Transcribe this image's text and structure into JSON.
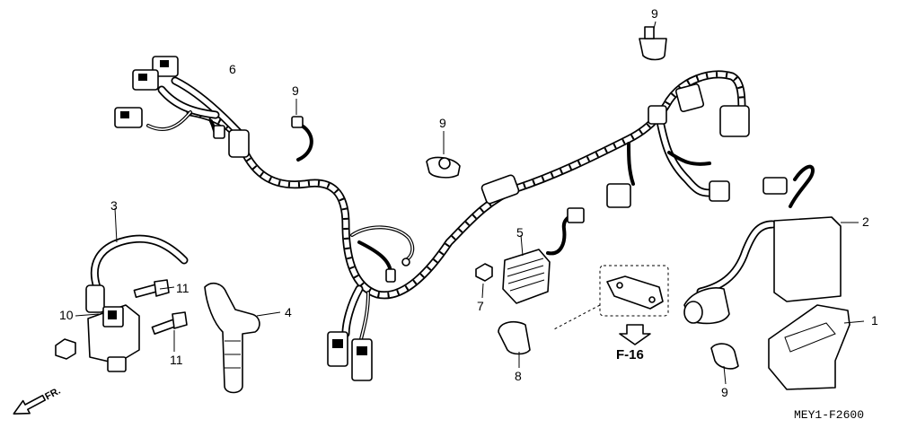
{
  "diagram": {
    "callouts": {
      "c1": "1",
      "c2": "2",
      "c3": "3",
      "c4": "4",
      "c5": "5",
      "c6": "6",
      "c7": "7",
      "c8": "8",
      "c9a": "9",
      "c9b": "9",
      "c9c": "9",
      "c9d": "9",
      "c10": "10",
      "c11a": "11",
      "c11b": "11"
    },
    "reference": "F-16",
    "direction": "FR.",
    "diagram_code": "MEY1-F2600"
  }
}
